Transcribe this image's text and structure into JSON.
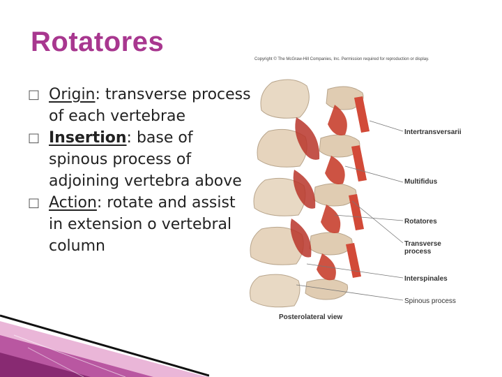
{
  "slide": {
    "title": "Rotatores",
    "bullets": [
      {
        "marker": "□",
        "term": "Origin",
        "bold": false,
        "text": ": transverse process of each vertebrae"
      },
      {
        "marker": "□",
        "term": "Insertion",
        "bold": true,
        "text": ": base of spinous process of adjoining vertebra above"
      },
      {
        "marker": "□",
        "term": "Action",
        "bold": false,
        "text": ": rotate and assist in extension o vertebral column"
      }
    ]
  },
  "figure": {
    "copyright": "Copyright © The McGraw-Hill Companies, Inc. Permission required for reproduction or display.",
    "labels": {
      "intertransversarii": "Intertransversarii",
      "multifidus": "Multifidus",
      "rotatores": "Rotatores",
      "transverse_process": "Transverse process",
      "interspinales": "Interspinales",
      "spinous_process": "Spinous process"
    },
    "view_caption": "Posterolateral view"
  },
  "colors": {
    "title": "#a8378f",
    "bone": "#e8d9c4",
    "muscle": "#c8402f",
    "deco_dark": "#111111",
    "deco_pink": "#a8378f"
  }
}
